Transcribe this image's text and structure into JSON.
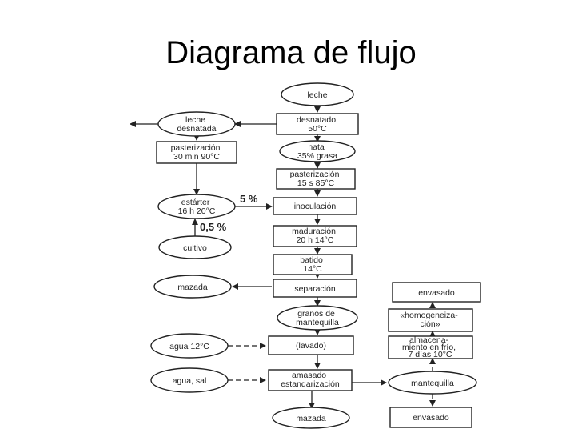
{
  "page": {
    "title": "Diagrama de flujo"
  },
  "diagram": {
    "leche": "leche",
    "desnatado": [
      "desnatado",
      "50°C"
    ],
    "leche_desnatada": [
      "leche",
      "desnatada"
    ],
    "nata": [
      "nata",
      "35% grasa"
    ],
    "pasterizacion_left": [
      "pasterización",
      "30 min 90°C"
    ],
    "pasterizacion_main": [
      "pasterización",
      "15 s 85°C"
    ],
    "starter": [
      "estárter",
      "16 h 20°C"
    ],
    "pct_5": "5 %",
    "inoculacion": "inoculación",
    "pct_05": "0,5 %",
    "maduracion": [
      "maduración",
      "20 h 14°C"
    ],
    "cultivo": "cultivo",
    "batido": [
      "batido",
      "14°C"
    ],
    "mazada_left": "mazada",
    "separacion": "separación",
    "granos": [
      "granos de",
      "mantequilla"
    ],
    "agua": "agua 12°C",
    "lavado": "(lavado)",
    "agua_sal": "agua, sal",
    "amasado": [
      "amasado",
      "estandarización"
    ],
    "mazada_bottom": "mazada",
    "envasado_top": "envasado",
    "homogeneizacion": [
      "«homogeneiza-",
      "ción»"
    ],
    "almacenamiento": [
      "almacena-",
      "miento en frío,",
      "7 días 10°C"
    ],
    "mantequilla": "mantequilla",
    "envasado_bottom": "envasado"
  }
}
